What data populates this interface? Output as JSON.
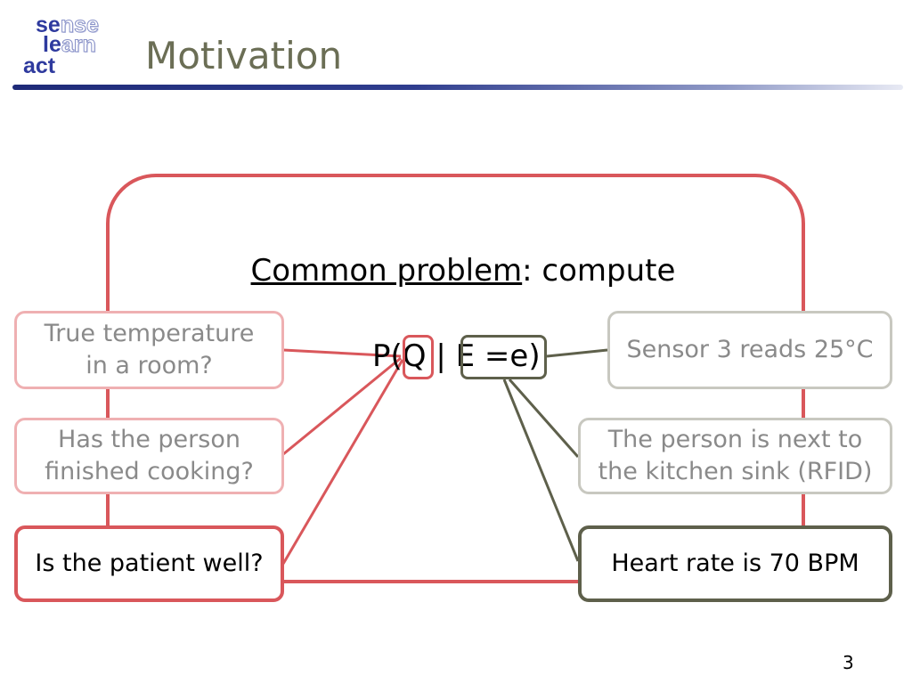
{
  "logo": {
    "row1": {
      "a": "se",
      "b": "nse"
    },
    "row2": {
      "a": "le",
      "b": "arn"
    },
    "row3": {
      "a": "act"
    }
  },
  "slide": {
    "title": "Motivation",
    "page_number": "3"
  },
  "heading": {
    "underlined": "Common problem",
    "rest": ": compute"
  },
  "formula": {
    "open": "P(",
    "query": "Q",
    "bar": " | ",
    "evidence": "E =e",
    "close": ")"
  },
  "queries": [
    {
      "line1": "True temperature",
      "line2": "in a room?"
    },
    {
      "line1": "Has the person",
      "line2": "finished cooking?"
    },
    {
      "line1": "Is the patient well?"
    }
  ],
  "evidence": [
    {
      "line1": "Sensor 3 reads 25°C"
    },
    {
      "line1": "The person is next to",
      "line2": "the kitchen sink (RFID)"
    },
    {
      "line1": "Heart rate is 70 BPM"
    }
  ],
  "colors": {
    "query_red": "#d9575b",
    "query_red_faint": "#efb0b2",
    "evidence_olive": "#5e604b",
    "evidence_grey_faint": "#c8c8c0",
    "title_color": "#6b6e55",
    "rule_blue": "#1e2a78"
  }
}
